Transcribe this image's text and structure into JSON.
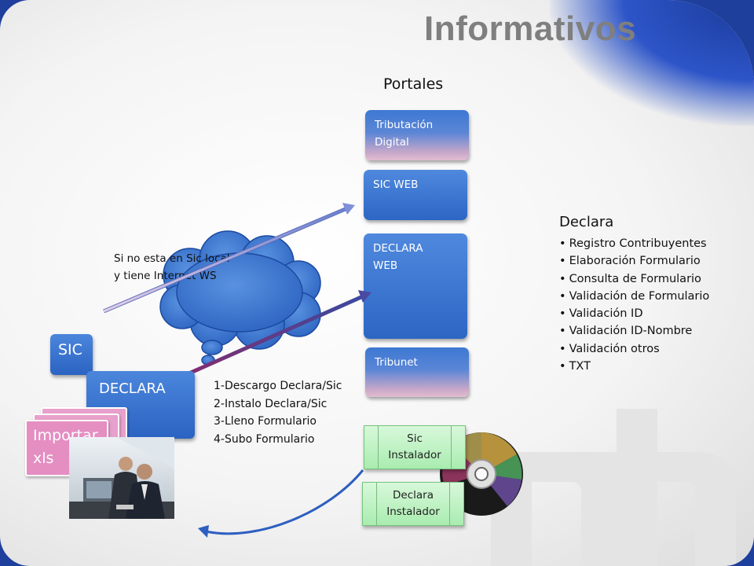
{
  "slide": {
    "title": "Informativos",
    "portales_title": "Portales"
  },
  "portals": [
    {
      "label": "Tributación Digital"
    },
    {
      "label": "SIC WEB"
    },
    {
      "label": "DECLARA WEB"
    },
    {
      "label": "Tribunet"
    }
  ],
  "cloud_note": [
    "Si no esta en Sic local",
    "y tiene Internet WS"
  ],
  "local_apps": {
    "sic": "SIC",
    "declara": "DECLARA",
    "importar": [
      "Importar",
      "xls"
    ]
  },
  "steps": [
    "1-Descargo Declara/Sic",
    "2-Instalo Declara/Sic",
    "3-Lleno Formulario",
    "4-Subo Formulario"
  ],
  "installers": [
    {
      "lines": [
        "Sic",
        "Instalador"
      ]
    },
    {
      "lines": [
        "Declara",
        "Instalador"
      ]
    }
  ],
  "declara_features": {
    "title": "Declara",
    "items": [
      "Registro Contribuyentes",
      "Elaboración Formulario",
      "Consulta de Formulario",
      "Validación de Formulario",
      "Validación ID",
      "Validación ID-Nombre",
      "Validación otros",
      "TXT"
    ]
  },
  "colors": {
    "frame": "#1f3f9c",
    "box_blue": "#2d66c4",
    "cloud": "#3a78d2",
    "importar_pink": "#e48ec2",
    "installer_green": "#a9ecb0",
    "title_gray": "#7f7f7f"
  },
  "icons": [
    "cloud-icon",
    "cd-disc-icon",
    "mh-logo-watermark",
    "business-people-photo"
  ]
}
